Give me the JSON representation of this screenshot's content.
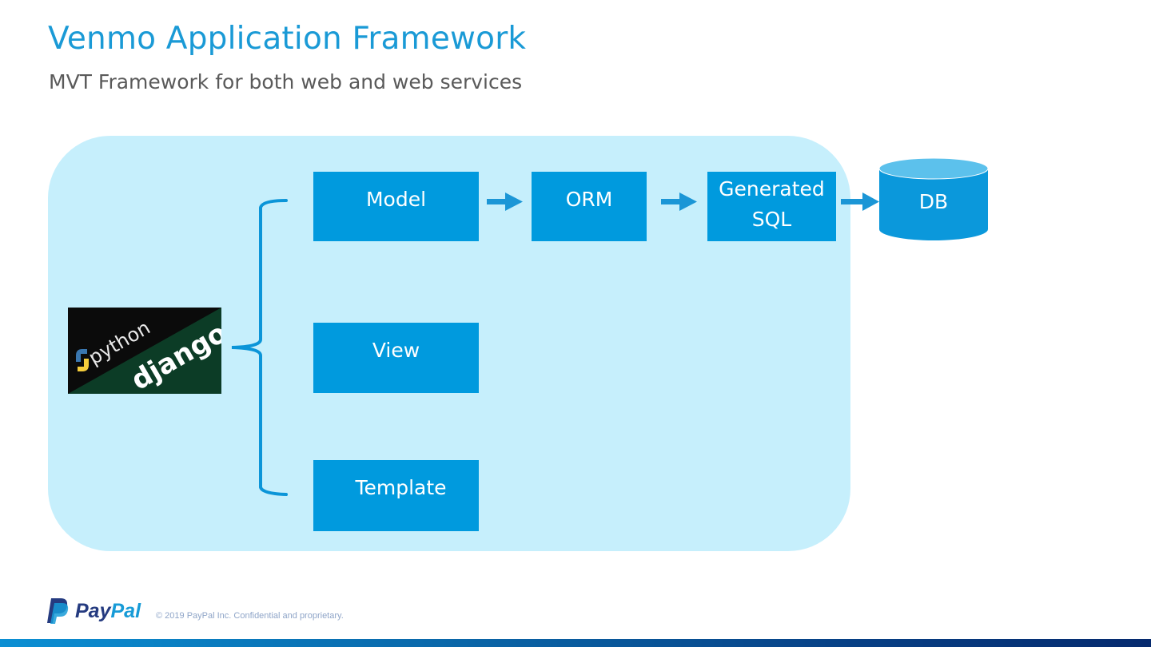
{
  "slide": {
    "title": "Venmo Application Framework",
    "subtitle": "MVT Framework for both web and web services"
  },
  "diagram": {
    "logo": {
      "top_text": "python",
      "bottom_text": "django"
    },
    "components": {
      "model": "Model",
      "orm": "ORM",
      "generated_sql_line1": "Generated",
      "generated_sql_line2": "SQL",
      "db": "DB",
      "view": "View",
      "template": "Template"
    },
    "colors": {
      "panel": "#c6effc",
      "box": "#009ade",
      "title": "#1a9ad6",
      "db_top": "#5cc1ec"
    }
  },
  "footer": {
    "brand_pay": "Pay",
    "brand_pal": "Pal",
    "copyright": "© 2019  PayPal  Inc. Confidential  and proprietary."
  }
}
